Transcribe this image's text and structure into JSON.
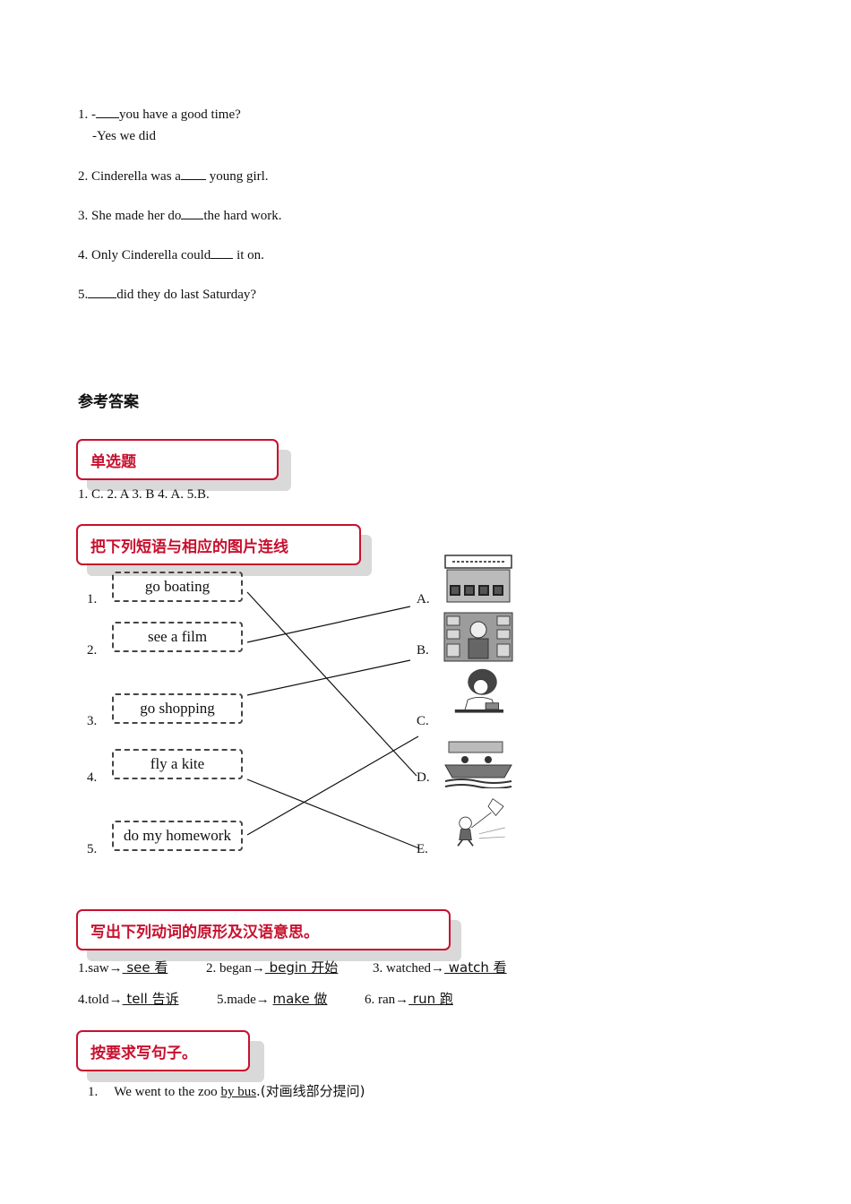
{
  "questions": {
    "q1a_prefix": "1. -",
    "q1a_rest": "you have a good time?",
    "q1b": "-Yes we did",
    "q2_prefix": "2. Cinderella was a",
    "q2_rest": " young girl.",
    "q3_prefix": "3. She made her do",
    "q3_rest": "the hard work.",
    "q4_prefix": "4. Only Cinderella could",
    "q4_rest": " it on.",
    "q5_prefix": "5.",
    "q5_rest": "did they do last Saturday?"
  },
  "answers_heading": "参考答案",
  "section1": {
    "title": "单选题",
    "answers": "1. C.  2. A   3. B   4. A.   5.B."
  },
  "section2": {
    "title": "把下列短语与相应的图片连线",
    "phrases": [
      {
        "num": "1.",
        "text": "go boating"
      },
      {
        "num": "2.",
        "text": "see a film"
      },
      {
        "num": "3.",
        "text": "go shopping"
      },
      {
        "num": "4.",
        "text": "fly a kite"
      },
      {
        "num": "5.",
        "text": "do my homework"
      }
    ],
    "letters": [
      "A.",
      "B.",
      "C.",
      "D.",
      "E."
    ],
    "pictures": [
      "cinema-picture-icon",
      "shop-picture-icon",
      "homework-picture-icon",
      "boat-picture-icon",
      "kite-picture-icon"
    ]
  },
  "section3": {
    "title": "写出下列动词的原形及汉语意思。",
    "items": [
      {
        "label": "1.saw→",
        "answer": " see 看 "
      },
      {
        "label": "2. began→",
        "answer": " begin 开始 "
      },
      {
        "label": "3. watched→",
        "answer": " watch 看 "
      },
      {
        "label": "4.told→",
        "answer": " tell 告诉"
      },
      {
        "label": "5.made→ ",
        "answer": " make 做 "
      },
      {
        "label": "6. ran→",
        "answer": " run 跑"
      }
    ]
  },
  "section4": {
    "title": "按要求写句子。",
    "q1_num": "1.",
    "q1_prefix": "We went to the zoo ",
    "q1_underlined": "by bus",
    "q1_suffix": ".(对画线部分提问)"
  }
}
